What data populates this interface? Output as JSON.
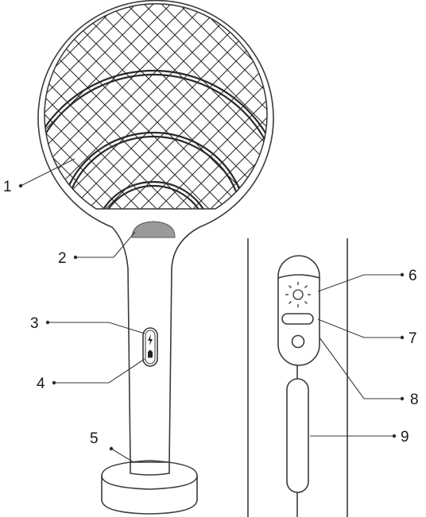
{
  "callouts": [
    {
      "id": "1",
      "label": "1"
    },
    {
      "id": "2",
      "label": "2"
    },
    {
      "id": "3",
      "label": "3"
    },
    {
      "id": "4",
      "label": "4"
    },
    {
      "id": "5",
      "label": "5"
    },
    {
      "id": "6",
      "label": "6"
    },
    {
      "id": "7",
      "label": "7"
    },
    {
      "id": "8",
      "label": "8"
    },
    {
      "id": "9",
      "label": "9"
    }
  ],
  "icons": {
    "charge_indicator": "lightning-bolt-icon",
    "battery_indicator": "battery-icon",
    "light": "sun-icon",
    "switch": "slide-switch-icon",
    "button": "round-button-icon"
  },
  "colors": {
    "line": "#3a3a3a",
    "mesh": "#2f2f2f",
    "hub": "#9a9a9a"
  }
}
